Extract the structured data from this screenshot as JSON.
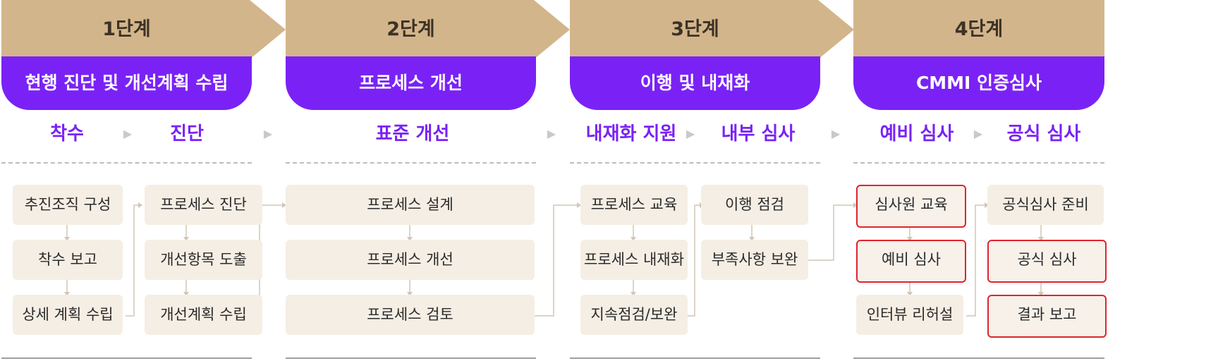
{
  "stages": [
    {
      "label": "1단계",
      "title": "현행 진단 및 개선계획 수립"
    },
    {
      "label": "2단계",
      "title": "프로세스 개선"
    },
    {
      "label": "3단계",
      "title": "이행 및 내재화"
    },
    {
      "label": "4단계",
      "title": "CMMI 인증심사"
    }
  ],
  "subphases": [
    "착수",
    "진단",
    "표준 개선",
    "내재화 지원",
    "내부 심사",
    "예비 심사",
    "공식 심사"
  ],
  "activities": {
    "s1a": [
      "추진조직 구성",
      "착수 보고",
      "상세 계획 수립"
    ],
    "s1b": [
      "프로세스 진단",
      "개선항목 도출",
      "개선계획 수립"
    ],
    "s2": [
      "프로세스 설계",
      "프로세스 개선",
      "프로세스 검토"
    ],
    "s3a": [
      "프로세스 교육",
      "프로세스 내재화",
      "지속점검/보완"
    ],
    "s3b": [
      "이행 점검",
      "부족사항 보완"
    ],
    "s4a": [
      "심사원 교육",
      "예비 심사",
      "인터뷰 리허설"
    ],
    "s4b": [
      "공식심사 준비",
      "공식 심사",
      "결과 보고"
    ]
  },
  "colors": {
    "header": "#d3b58b",
    "accent": "#7a22f5",
    "box": "#f5eee4",
    "highlight": "#e0242b"
  }
}
